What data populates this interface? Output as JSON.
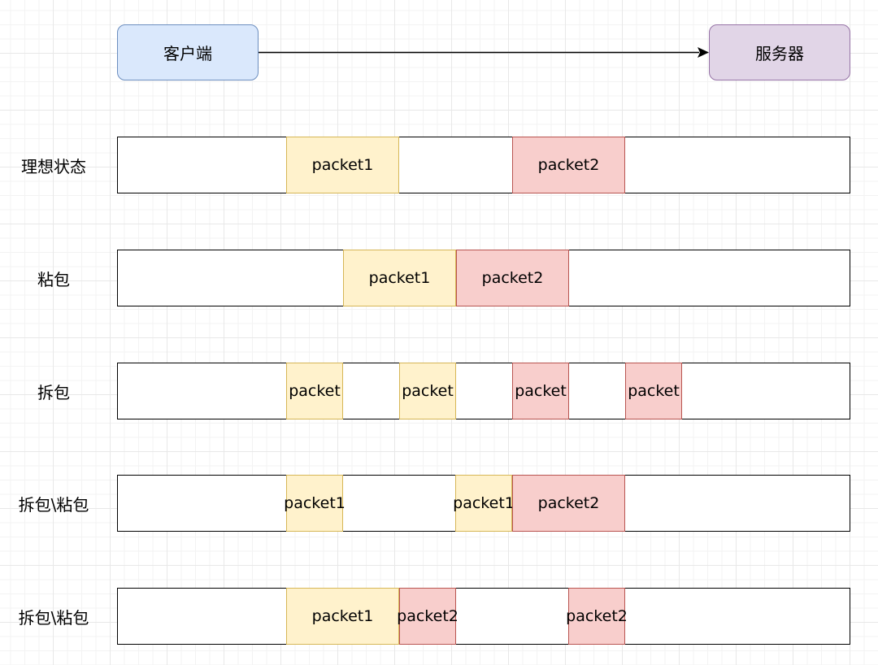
{
  "colors": {
    "client_fill": "#dae8fc",
    "client_border": "#6c8ebf",
    "server_fill": "#e1d5e7",
    "server_border": "#9673a6",
    "packet1_fill": "#fff2cc",
    "packet1_border": "#d6b656",
    "packet2_fill": "#f8cecc",
    "packet2_border": "#b85450",
    "arrow": "#000000"
  },
  "client": {
    "label": "客户端"
  },
  "server": {
    "label": "服务器"
  },
  "rows": [
    {
      "label": "理想状态",
      "segments": [
        {
          "text": "packet1",
          "kind": "packet1"
        },
        {
          "text": "packet2",
          "kind": "packet2"
        }
      ]
    },
    {
      "label": "粘包",
      "segments": [
        {
          "text": "packet1",
          "kind": "packet1"
        },
        {
          "text": "packet2",
          "kind": "packet2"
        }
      ]
    },
    {
      "label": "拆包",
      "segments": [
        {
          "text": "packet",
          "kind": "packet1"
        },
        {
          "text": "packet",
          "kind": "packet1"
        },
        {
          "text": "packet",
          "kind": "packet2"
        },
        {
          "text": "packet",
          "kind": "packet2"
        }
      ]
    },
    {
      "label": "拆包\\粘包",
      "segments": [
        {
          "text": "packet1",
          "kind": "packet1"
        },
        {
          "text": "packet1",
          "kind": "packet1"
        },
        {
          "text": "packet2",
          "kind": "packet2"
        }
      ]
    },
    {
      "label": "拆包\\粘包",
      "segments": [
        {
          "text": "packet1",
          "kind": "packet1"
        },
        {
          "text": "packet2",
          "kind": "packet2"
        },
        {
          "text": "packet2",
          "kind": "packet2"
        }
      ]
    }
  ]
}
